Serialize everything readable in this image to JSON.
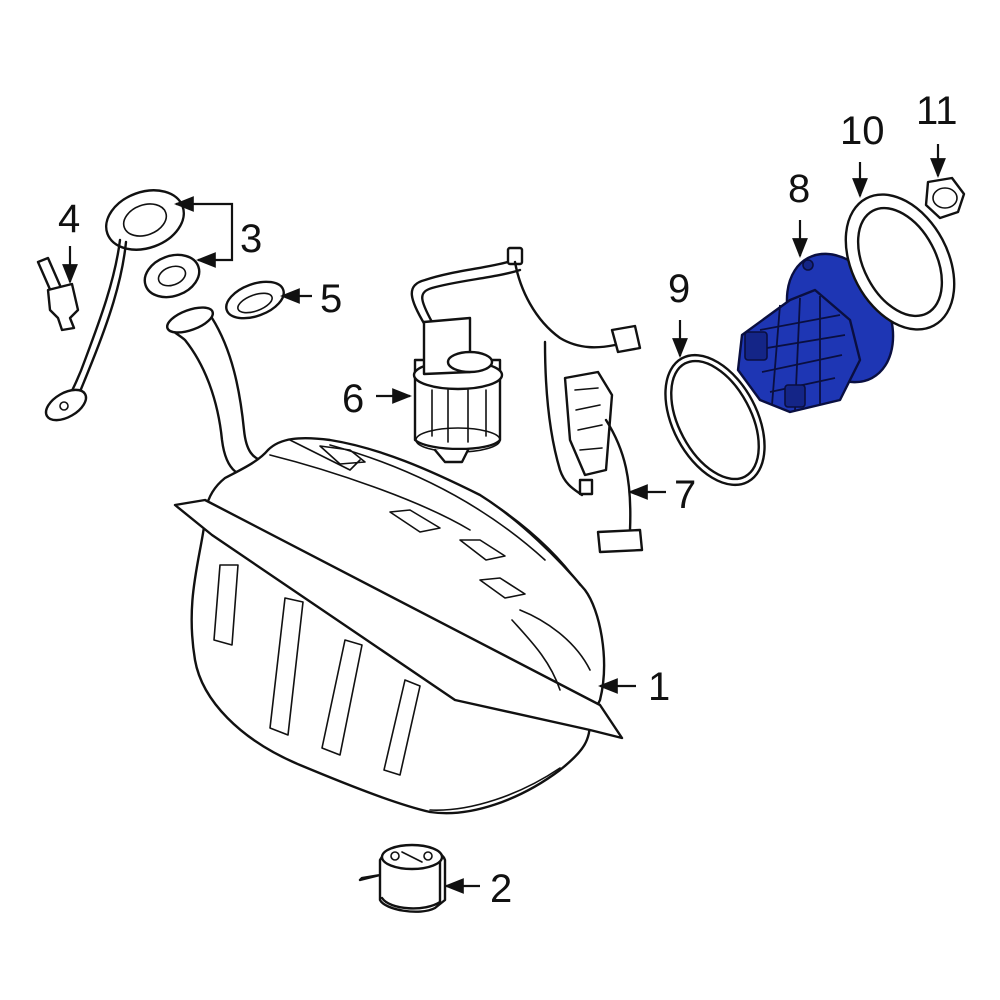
{
  "diagram": {
    "callouts": [
      {
        "id": "1",
        "label": "1"
      },
      {
        "id": "2",
        "label": "2"
      },
      {
        "id": "3",
        "label": "3"
      },
      {
        "id": "4",
        "label": "4"
      },
      {
        "id": "5",
        "label": "5"
      },
      {
        "id": "6",
        "label": "6"
      },
      {
        "id": "7",
        "label": "7"
      },
      {
        "id": "8",
        "label": "8"
      },
      {
        "id": "9",
        "label": "9"
      },
      {
        "id": "10",
        "label": "10"
      },
      {
        "id": "11",
        "label": "11"
      }
    ],
    "highlight_part": "8",
    "colors": {
      "highlight": "#1e36b4",
      "line": "#111111",
      "background": "#ffffff"
    }
  }
}
